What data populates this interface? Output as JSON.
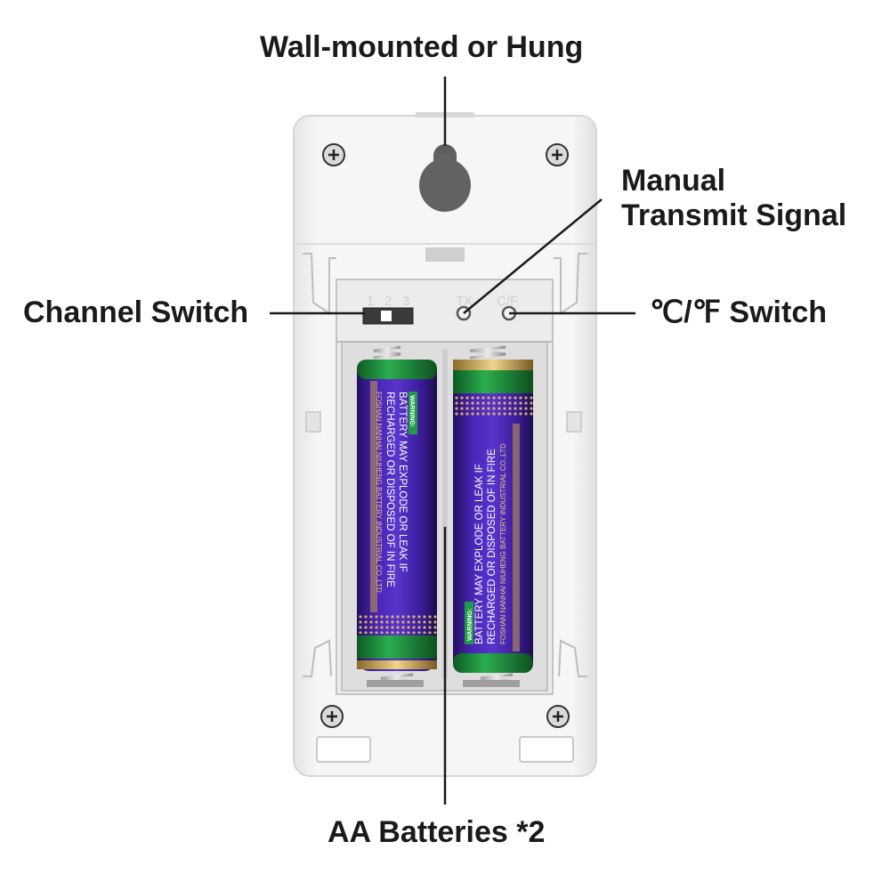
{
  "callouts": {
    "wall_mount": "Wall-mounted or Hung",
    "manual_transmit_line1": "Manual",
    "manual_transmit_line2": "Transmit Signal",
    "channel_switch": "Channel Switch",
    "unit_switch": "℃/℉ Switch",
    "batteries": "AA Batteries *2"
  },
  "device": {
    "channel_markings": [
      "1",
      "2",
      "3"
    ],
    "tx_marking": "TX",
    "unit_marking": "C/F",
    "battery_warning_tag": "WARNING:",
    "battery_warning_line1": "BATTERY MAY EXPLODE OR LEAK IF",
    "battery_warning_line2": "RECHARGED OR DISPOSED OF IN FIRE",
    "battery_maker": "FOSHAN NANHAI NIUHENG BATTERY INDUSTRIAL CO.,LTD"
  },
  "colors": {
    "battery_body": "#3b1c9a",
    "battery_band": "#1e8f3c",
    "case": "#f3f3f3",
    "case_shadow": "#d9d9d9"
  }
}
